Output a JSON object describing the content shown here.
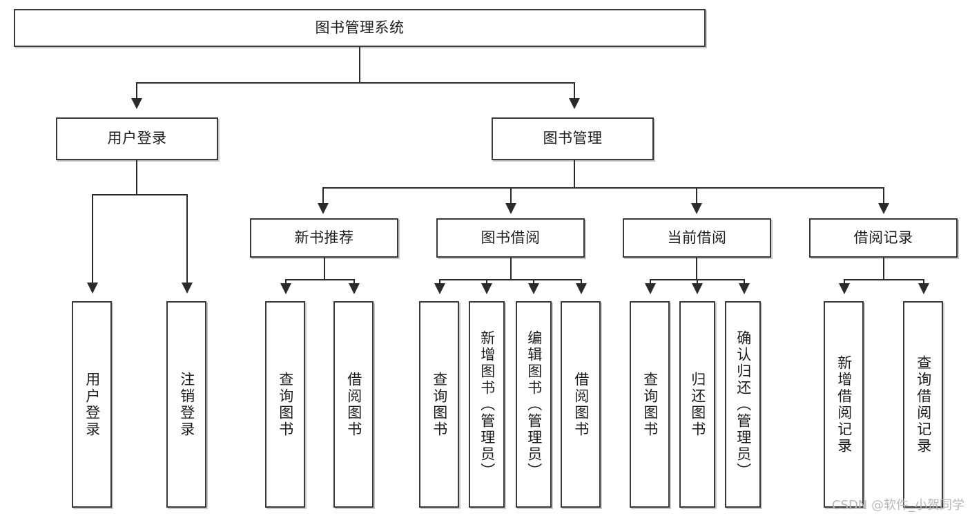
{
  "diagram": {
    "title": "图书管理系统",
    "type": "tree-hierarchy-diagram",
    "watermark": "CSDN @软件_小贺同学",
    "colors": {
      "box_border": "#3a3a3a",
      "edge": "#2b2b2b",
      "background": "#ffffff",
      "watermark": "#b9b9b9"
    },
    "root": {
      "label": "图书管理系统"
    },
    "level2": [
      {
        "label": "用户登录"
      },
      {
        "label": "图书管理"
      }
    ],
    "level3": [
      {
        "label": "新书推荐"
      },
      {
        "label": "图书借阅"
      },
      {
        "label": "当前借阅"
      },
      {
        "label": "借阅记录"
      }
    ],
    "leaves": {
      "user_login": [
        {
          "label": "用户登录"
        },
        {
          "label": "注销登录"
        }
      ],
      "new_book_recommend": [
        {
          "label": "查询图书"
        },
        {
          "label": "借阅图书"
        }
      ],
      "book_borrow": [
        {
          "label": "查询图书"
        },
        {
          "label": "新增图书（管理员）"
        },
        {
          "label": "编辑图书（管理员）"
        },
        {
          "label": "借阅图书"
        }
      ],
      "current_borrow": [
        {
          "label": "查询图书"
        },
        {
          "label": "归还图书"
        },
        {
          "label": "确认归还（管理员）"
        }
      ],
      "borrow_record": [
        {
          "label": "新增借阅记录"
        },
        {
          "label": "查询借阅记录"
        }
      ]
    }
  }
}
